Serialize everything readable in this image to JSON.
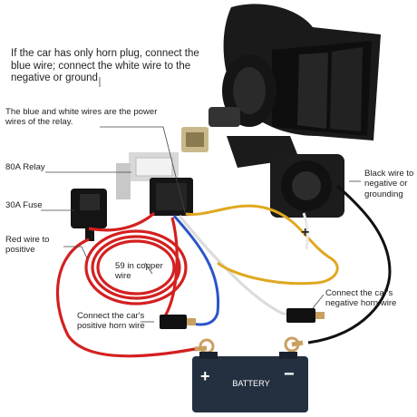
{
  "annotations": {
    "main_note": "If the car has only horn plug, connect the blue wire; connect the white wire to the negative or ground",
    "blue_white_note": "The blue and white wires are the power wires of the relay.",
    "relay_label": "80A Relay",
    "fuse_label": "30A Fuse",
    "red_wire_label": "Red wire to positive",
    "copper_label": "59 in copper wire",
    "positive_horn_label": "Connect the car's positive horn wire",
    "negative_horn_label": "Connect the car's negative horn wire",
    "black_wire_label": "Black wire to negative or grounding",
    "horn_plus": "+",
    "battery_label": "BATTERY",
    "battery_plus": "+",
    "battery_minus": "−"
  },
  "colors": {
    "red_wire": "#d42020",
    "blue_wire": "#2a55c8",
    "yellow_wire": "#e0a820",
    "white_wire": "#e8e8e8",
    "black_wire": "#111111",
    "battery_body": "#243040",
    "terminal": "#c8a060"
  }
}
